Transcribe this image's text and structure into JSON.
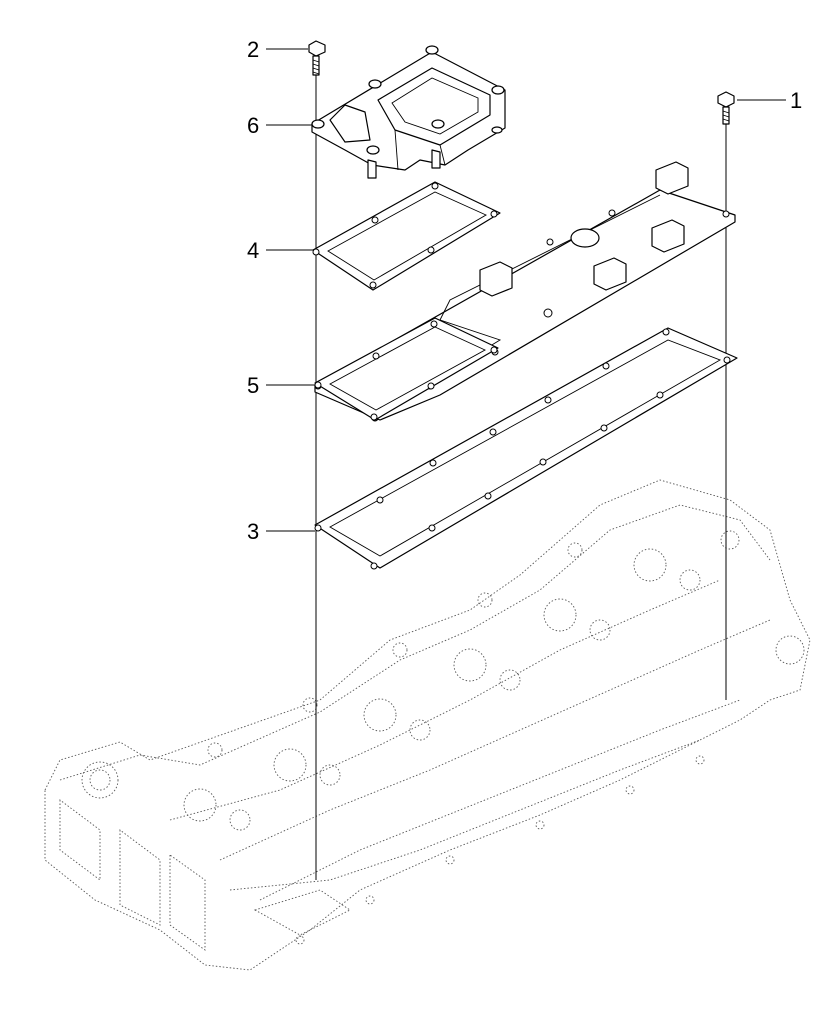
{
  "callouts": [
    {
      "id": "bolt-long",
      "label": "2"
    },
    {
      "id": "bolt-short",
      "label": "1"
    },
    {
      "id": "intake-cover",
      "label": "6"
    },
    {
      "id": "gasket-upper",
      "label": "4"
    },
    {
      "id": "gasket-middle",
      "label": "5"
    },
    {
      "id": "gasket-lower",
      "label": "3"
    }
  ]
}
